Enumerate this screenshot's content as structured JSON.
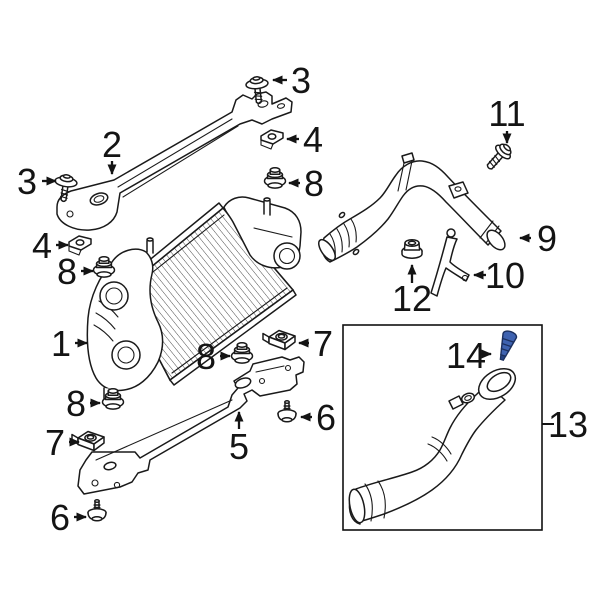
{
  "figure": {
    "type": "exploded-parts-diagram",
    "background": "#ffffff",
    "line_color": "#1a1a1a",
    "label_color": "#141414",
    "sensor_fill": "#3e62b0",
    "sensor_outline": "#1b2f5e",
    "inset_border": "#111111"
  },
  "callouts": {
    "c1": {
      "label": "1",
      "part": "intercooler"
    },
    "c2": {
      "label": "2",
      "part": "upper-bracket"
    },
    "c3_top": {
      "label": "3",
      "part": "bolt"
    },
    "c3_left": {
      "label": "3",
      "part": "bolt"
    },
    "c4_right": {
      "label": "4",
      "part": "retainer-clip"
    },
    "c4_left": {
      "label": "4",
      "part": "retainer-clip"
    },
    "c5": {
      "label": "5",
      "part": "lower-bracket"
    },
    "c6_right": {
      "label": "6",
      "part": "push-screw"
    },
    "c6_left": {
      "label": "6",
      "part": "push-screw"
    },
    "c7_mid": {
      "label": "7",
      "part": "u-nut"
    },
    "c7_left": {
      "label": "7",
      "part": "u-nut"
    },
    "c8_upper_right": {
      "label": "8",
      "part": "grommet"
    },
    "c8_left": {
      "label": "8",
      "part": "grommet"
    },
    "c8_mid": {
      "label": "8",
      "part": "grommet"
    },
    "c8_lower_left": {
      "label": "8",
      "part": "grommet"
    },
    "c9": {
      "label": "9",
      "part": "upper-hose"
    },
    "c10": {
      "label": "10",
      "part": "support-brace"
    },
    "c11": {
      "label": "11",
      "part": "bolt"
    },
    "c12": {
      "label": "12",
      "part": "nut"
    },
    "c13": {
      "label": "13",
      "part": "lower-hose"
    },
    "c14": {
      "label": "14",
      "part": "sensor"
    }
  }
}
